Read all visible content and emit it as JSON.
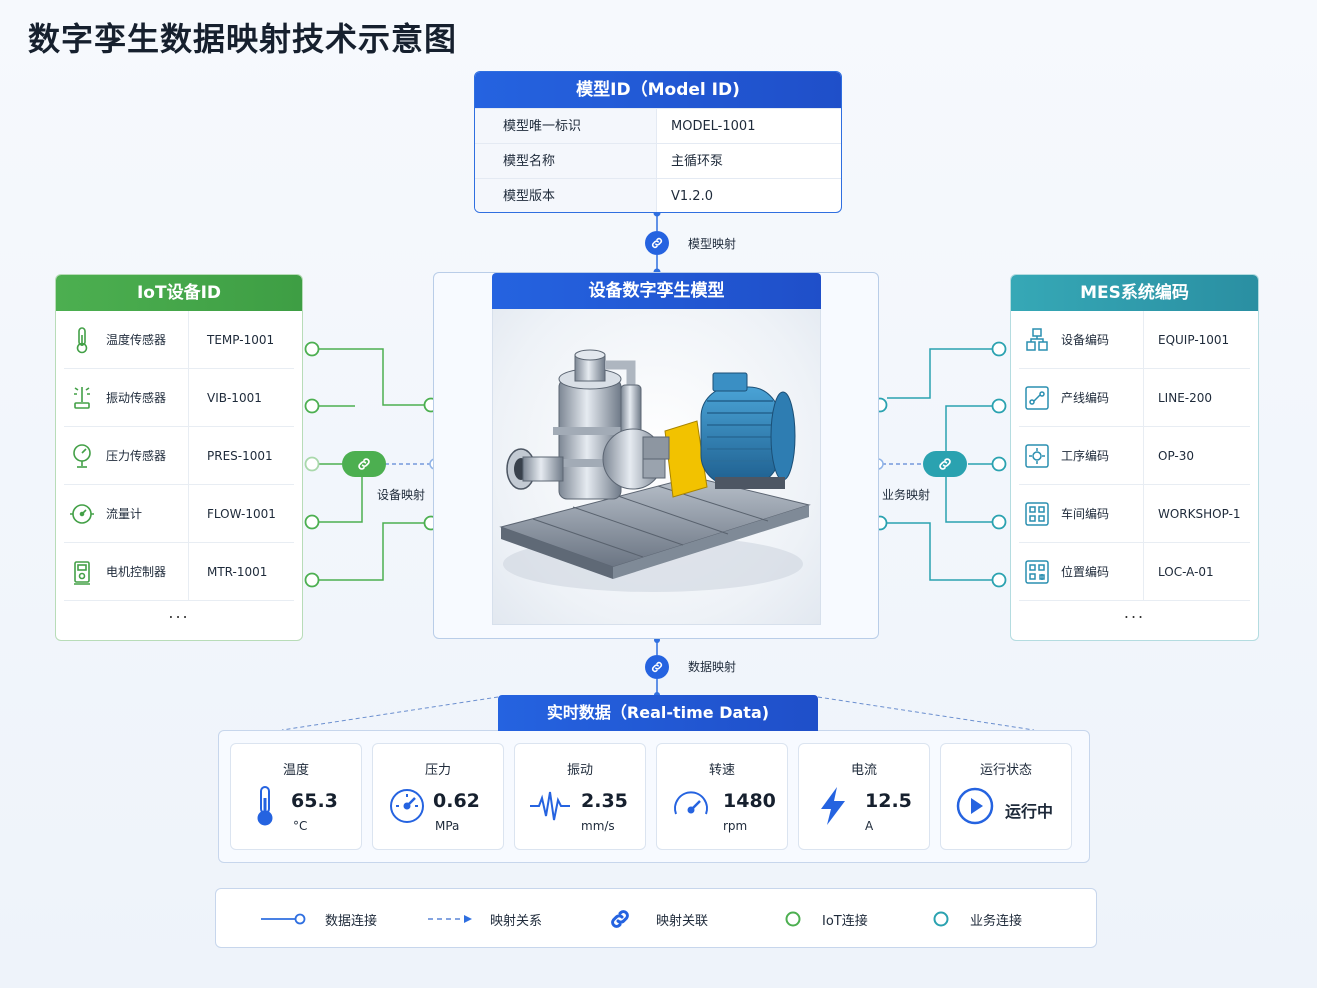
{
  "title": "数字孪生数据映射技术示意图",
  "model": {
    "header": "模型ID（Model ID)",
    "rows": [
      {
        "key": "模型唯一标识",
        "value": "MODEL-1001"
      },
      {
        "key": "模型名称",
        "value": "主循环泵"
      },
      {
        "key": "模型版本",
        "value": "V1.2.0"
      }
    ],
    "mapping_label": "模型映射"
  },
  "iot": {
    "header": "IoT设备ID",
    "rows": [
      {
        "icon": "thermometer-icon",
        "label": "温度传感器",
        "value": "TEMP-1001"
      },
      {
        "icon": "vibration-sensor-icon",
        "label": "振动传感器",
        "value": "VIB-1001"
      },
      {
        "icon": "pressure-sensor-icon",
        "label": "压力传感器",
        "value": "PRES-1001"
      },
      {
        "icon": "flowmeter-icon",
        "label": "流量计",
        "value": "FLOW-1001"
      },
      {
        "icon": "motor-controller-icon",
        "label": "电机控制器",
        "value": "MTR-1001"
      }
    ],
    "more": "...",
    "mapping_label": "设备映射"
  },
  "mes": {
    "header": "MES系统编码",
    "rows": [
      {
        "icon": "equipment-code-icon",
        "label": "设备编码",
        "value": "EQUIP-1001"
      },
      {
        "icon": "line-code-icon",
        "label": "产线编码",
        "value": "LINE-200"
      },
      {
        "icon": "process-code-icon",
        "label": "工序编码",
        "value": "OP-30"
      },
      {
        "icon": "workshop-code-icon",
        "label": "车间编码",
        "value": "WORKSHOP-1"
      },
      {
        "icon": "location-code-icon",
        "label": "位置编码",
        "value": "LOC-A-01"
      }
    ],
    "more": "...",
    "mapping_label": "业务映射"
  },
  "center": {
    "header": "设备数字孪生模型",
    "image": "pump-motor-skid-illustration"
  },
  "data_mapping_label": "数据映射",
  "realtime": {
    "header": "实时数据（Real-time Data)",
    "cards": [
      {
        "title": "温度",
        "icon": "thermometer-icon",
        "value": "65.3",
        "unit": "°C"
      },
      {
        "title": "压力",
        "icon": "gauge-icon",
        "value": "0.62",
        "unit": "MPa"
      },
      {
        "title": "振动",
        "icon": "waveform-icon",
        "value": "2.35",
        "unit": "mm/s"
      },
      {
        "title": "转速",
        "icon": "speedometer-icon",
        "value": "1480",
        "unit": "rpm"
      },
      {
        "title": "电流",
        "icon": "lightning-icon",
        "value": "12.5",
        "unit": "A"
      },
      {
        "title": "运行状态",
        "icon": "play-circle-icon",
        "status": "运行中"
      }
    ]
  },
  "legend": [
    {
      "icon": "solid-line-circle-icon",
      "label": "数据连接"
    },
    {
      "icon": "dashed-arrow-icon",
      "label": "映射关系"
    },
    {
      "icon": "link-icon",
      "label": "映射关联"
    },
    {
      "icon": "green-circle-icon",
      "label": "IoT连接"
    },
    {
      "icon": "teal-circle-icon",
      "label": "业务连接"
    }
  ],
  "colors": {
    "primary_blue": "#2563e0",
    "iot_green": "#4caf50",
    "mes_teal": "#36a8b6"
  }
}
